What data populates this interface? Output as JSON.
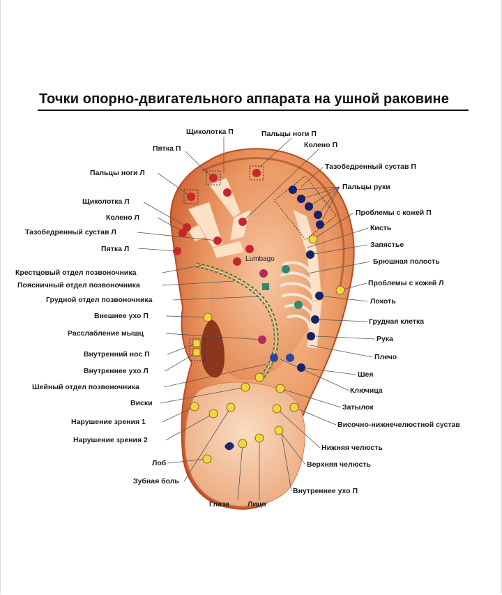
{
  "title": "Точки опорно-двигательного аппарата на ушной раковине",
  "center_label": "Lumbago",
  "labels": {
    "top_1": "Щиколотка П",
    "top_2": "Пальцы ноги П",
    "top_3": "Колено П",
    "top_4": "Пятка П",
    "left_1": "Пальцы ноги Л",
    "left_2": "Щиколотка Л",
    "left_3": "Колено Л",
    "left_4": "Тазобедренный сустав Л",
    "left_5": "Пятка Л",
    "left_6": "Крестцовый отдел позвоночника",
    "left_7": "Поясничный отдел позвоночника",
    "left_8": "Грудной отдел позвоночника",
    "left_9": "Внешнее ухо П",
    "left_10": "Расслабление мышц",
    "left_11": "Внутренний нос П",
    "left_12": "Внутреннее ухо Л",
    "left_13": "Шейный отдел позвоночника",
    "left_14": "Виски",
    "left_15": "Нарушение зрения 1",
    "left_16": "Нарушение зрения 2",
    "left_17": "Лоб",
    "left_18": "Зубная боль",
    "bottom_1": "Глаза",
    "bottom_2": "Лицо",
    "right_1": "Тазобедренный сустав П",
    "right_2": "Пальцы руки",
    "right_3": "Проблемы с кожей П",
    "right_4": "Кисть",
    "right_5": "Запястье",
    "right_6": "Брюшная полость",
    "right_7": "Проблемы с кожей Л",
    "right_8": "Локоть",
    "right_9": "Грудная клетка",
    "right_10": "Рука",
    "right_11": "Плечо",
    "right_12": "Шея",
    "right_13": "Ключица",
    "right_14": "Затылок",
    "right_15": "Височно-нижнечелюстной сустав",
    "right_16": "Нижняя челюсть",
    "right_17": "Верхняя челюсть",
    "right_18": "Внутреннее ухо П"
  },
  "colors": {
    "ear_outer": "#d9703f",
    "ear_inner": "#f3b488",
    "point_red": "#c8262a",
    "point_navy": "#16206b",
    "point_blue": "#2648a8",
    "point_yellow": "#f5d63a",
    "point_teal": "#2f8a6e",
    "point_magenta": "#b52a5c"
  }
}
